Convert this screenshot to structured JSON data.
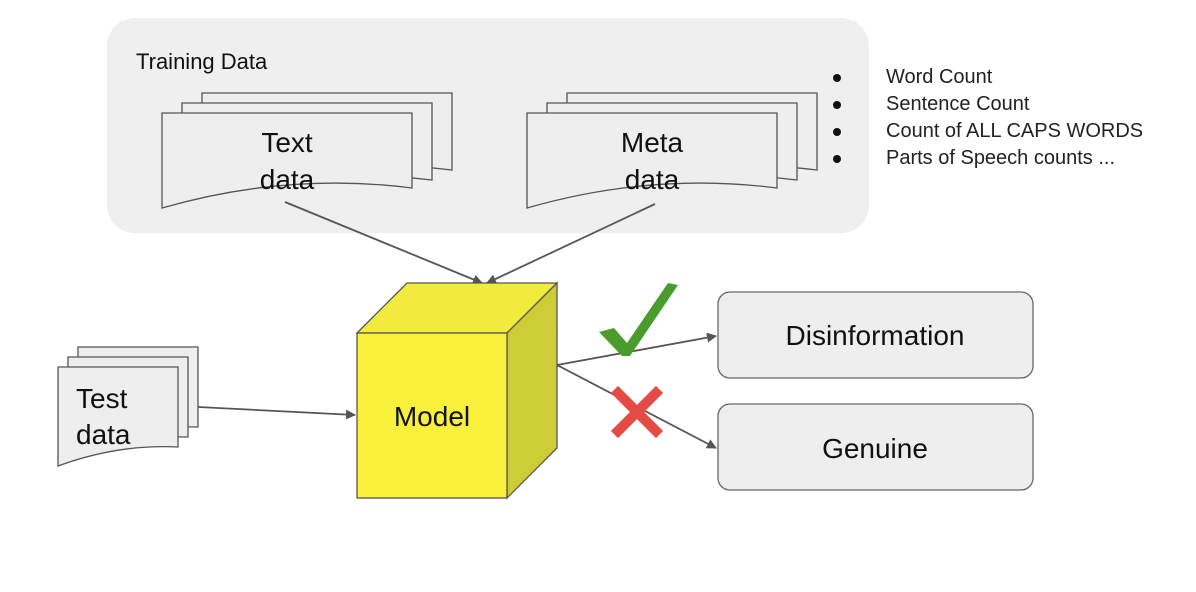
{
  "training": {
    "title": "Training Data",
    "text_doc": [
      "Text",
      "data"
    ],
    "meta_doc": [
      "Meta",
      "data"
    ]
  },
  "features": [
    "Word Count",
    "Sentence Count",
    "Count of ALL CAPS WORDS",
    "Parts of Speech counts ..."
  ],
  "test_doc": [
    "Test",
    "data"
  ],
  "model_label": "Model",
  "outputs": {
    "disinformation": "Disinformation",
    "genuine": "Genuine"
  },
  "colors": {
    "panel": "#efefef",
    "document": "#eeeeee",
    "model_front": "#f8f03a",
    "model_top": "#f2ea3c",
    "model_side": "#cfcd37",
    "output_box": "#eeeeee",
    "check": "#4a9c2c",
    "cross": "#e44b45",
    "arrow": "#555555"
  },
  "icons": {
    "correct": "check-mark-icon",
    "incorrect": "cross-mark-icon"
  }
}
